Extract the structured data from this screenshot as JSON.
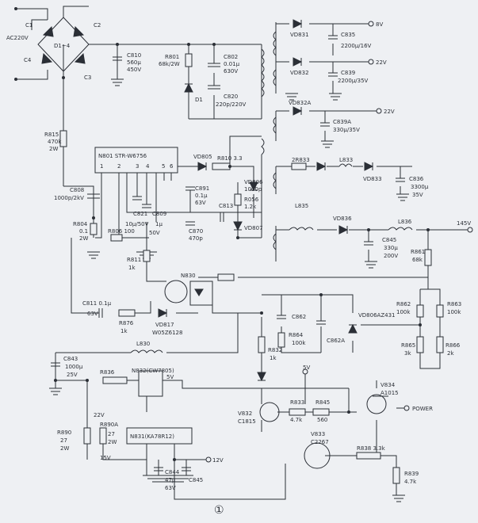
{
  "bridge": {
    "input": "AC220V",
    "diodes": "D1~4",
    "caps": [
      "C1",
      "C2",
      "C3",
      "C4"
    ]
  },
  "ic_power": {
    "label": "N801 STR-W6756",
    "pins": [
      "1",
      "2",
      "3",
      "4",
      "5",
      "6"
    ]
  },
  "ic_regs": {
    "reg5": "N832(CW7805)",
    "reg5_out": "5V",
    "reg12": "N831(KA78R12)"
  },
  "voltages": {
    "v8": "8V",
    "v22a": "22V",
    "v22b": "22V",
    "v145": "145V",
    "v5": "5V",
    "v22c": "22V",
    "v15": "15V",
    "v12": "12V"
  },
  "power_label": "POWER",
  "components": [
    {
      "id": "cs10a",
      "text": "C810"
    },
    {
      "id": "cs10b",
      "text": "560μ"
    },
    {
      "id": "cs10c",
      "text": "450V"
    },
    {
      "id": "r801a",
      "text": "R801"
    },
    {
      "id": "r801b",
      "text": "68k/2W"
    },
    {
      "id": "c802a",
      "text": "C802"
    },
    {
      "id": "c802b",
      "text": "0.01μ"
    },
    {
      "id": "c802c",
      "text": "630V"
    },
    {
      "id": "d1",
      "text": "D1"
    },
    {
      "id": "c820a",
      "text": "C820"
    },
    {
      "id": "c820b",
      "text": "220p/220V"
    },
    {
      "id": "r815a",
      "text": "R815"
    },
    {
      "id": "r815b",
      "text": "470k"
    },
    {
      "id": "r815c",
      "text": "2W"
    },
    {
      "id": "c808a",
      "text": "C808"
    },
    {
      "id": "c808b",
      "text": "1000p/2kV"
    },
    {
      "id": "r804a",
      "text": "R804"
    },
    {
      "id": "r804b",
      "text": "0.1"
    },
    {
      "id": "r804c",
      "text": "2W"
    },
    {
      "id": "r806",
      "text": "R806 100"
    },
    {
      "id": "c821a",
      "text": "C821"
    },
    {
      "id": "c821b",
      "text": "10μ/50V"
    },
    {
      "id": "c809a",
      "text": "C809"
    },
    {
      "id": "c809b",
      "text": "1μ"
    },
    {
      "id": "c809c",
      "text": "50V"
    },
    {
      "id": "c811a",
      "text": "C811"
    },
    {
      "id": "c811b",
      "text": "0.1μ"
    },
    {
      "id": "c811c",
      "text": "63V"
    },
    {
      "id": "vd805",
      "text": "VD805"
    },
    {
      "id": "r810",
      "text": "R810 3.3"
    },
    {
      "id": "vd806a",
      "text": "VD806"
    },
    {
      "id": "vd806b",
      "text": "1000p"
    },
    {
      "id": "r056a",
      "text": "R056"
    },
    {
      "id": "r056b",
      "text": "1.2k"
    },
    {
      "id": "c813",
      "text": "C813"
    },
    {
      "id": "c891a",
      "text": "C891"
    },
    {
      "id": "c891b",
      "text": "0.1μ"
    },
    {
      "id": "c891c",
      "text": "63V"
    },
    {
      "id": "c870a",
      "text": "C870"
    },
    {
      "id": "c870b",
      "text": "470p"
    },
    {
      "id": "vd807",
      "text": "VD807"
    },
    {
      "id": "r811a",
      "text": "R811"
    },
    {
      "id": "r811b",
      "text": "1k"
    },
    {
      "id": "n830",
      "text": "N830"
    },
    {
      "id": "c811x1",
      "text": "C811 0.1μ"
    },
    {
      "id": "c811x2",
      "text": "63V"
    },
    {
      "id": "r876a",
      "text": "R876"
    },
    {
      "id": "r876b",
      "text": "1k"
    },
    {
      "id": "vd817a",
      "text": "VD817"
    },
    {
      "id": "vd817b",
      "text": "W05Z6128"
    },
    {
      "id": "l830",
      "text": "L830"
    },
    {
      "id": "c843a",
      "text": "C843"
    },
    {
      "id": "c843b",
      "text": "1000μ"
    },
    {
      "id": "c843c",
      "text": "25V"
    },
    {
      "id": "r836",
      "text": "R836"
    },
    {
      "id": "v22c2",
      "text": "22V"
    },
    {
      "id": "r890a",
      "text": "R890"
    },
    {
      "id": "r890b",
      "text": "27"
    },
    {
      "id": "r890c",
      "text": "2W"
    },
    {
      "id": "r890xa",
      "text": "R890A"
    },
    {
      "id": "r890xb",
      "text": "27"
    },
    {
      "id": "r890xc",
      "text": "2W"
    },
    {
      "id": "c844a",
      "text": "C844"
    },
    {
      "id": "c844b",
      "text": "47μ"
    },
    {
      "id": "c844c",
      "text": "63V"
    },
    {
      "id": "c845",
      "text": "C845"
    },
    {
      "id": "vd831",
      "text": "VD831"
    },
    {
      "id": "c835a",
      "text": "C835"
    },
    {
      "id": "c835b",
      "text": "2200μ/16V"
    },
    {
      "id": "vd832",
      "text": "VD832"
    },
    {
      "id": "c839a",
      "text": "C839"
    },
    {
      "id": "c839b",
      "text": "2200μ/35V"
    },
    {
      "id": "vd832a",
      "text": "VD832A"
    },
    {
      "id": "c839xa",
      "text": "C839A"
    },
    {
      "id": "c839xb",
      "text": "330μ/35V"
    },
    {
      "id": "r833x",
      "text": "2R833"
    },
    {
      "id": "l833",
      "text": "L833"
    },
    {
      "id": "vd833",
      "text": "VD833"
    },
    {
      "id": "c836a",
      "text": "C836"
    },
    {
      "id": "c836b",
      "text": "3300μ"
    },
    {
      "id": "c836c",
      "text": "35V"
    },
    {
      "id": "l835",
      "text": "L835"
    },
    {
      "id": "vd836",
      "text": "VD836"
    },
    {
      "id": "l836",
      "text": "L836"
    },
    {
      "id": "c845ra",
      "text": "C845"
    },
    {
      "id": "c845rb",
      "text": "330μ"
    },
    {
      "id": "c845rc",
      "text": "200V"
    },
    {
      "id": "r861a",
      "text": "R861"
    },
    {
      "id": "r861b",
      "text": "68k"
    },
    {
      "id": "c862",
      "text": "C862"
    },
    {
      "id": "r864a",
      "text": "R864"
    },
    {
      "id": "r864b",
      "text": "100k"
    },
    {
      "id": "c862a",
      "text": "C862A"
    },
    {
      "id": "vd806az",
      "text": "VD806AZ431"
    },
    {
      "id": "r862a",
      "text": "R862"
    },
    {
      "id": "r862b",
      "text": "100k"
    },
    {
      "id": "r863a",
      "text": "R863"
    },
    {
      "id": "r863b",
      "text": "100k"
    },
    {
      "id": "r865a",
      "text": "R865"
    },
    {
      "id": "r865b",
      "text": "3k"
    },
    {
      "id": "r866a",
      "text": "R866"
    },
    {
      "id": "r866b",
      "text": "2k"
    },
    {
      "id": "r832a",
      "text": "R832"
    },
    {
      "id": "r832b",
      "text": "1k"
    },
    {
      "id": "v832a",
      "text": "V832"
    },
    {
      "id": "v832b",
      "text": "C1815"
    },
    {
      "id": "r833a",
      "text": "R833"
    },
    {
      "id": "r833b",
      "text": "4.7k"
    },
    {
      "id": "r845a",
      "text": "R845"
    },
    {
      "id": "r845b",
      "text": "560"
    },
    {
      "id": "v834a",
      "text": "V834"
    },
    {
      "id": "v834b",
      "text": "A1015"
    },
    {
      "id": "v833a",
      "text": "V833"
    },
    {
      "id": "v833b",
      "text": "C2267"
    },
    {
      "id": "r838",
      "text": "R838 3.3k"
    },
    {
      "id": "r839a",
      "text": "R839"
    },
    {
      "id": "r839b",
      "text": "4.7k"
    }
  ],
  "figure_number": "①"
}
